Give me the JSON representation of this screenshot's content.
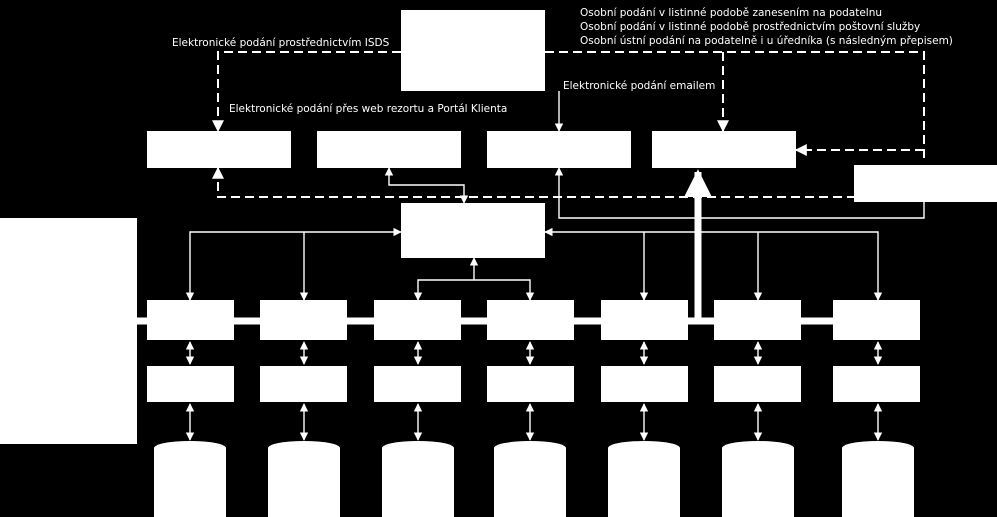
{
  "labels": {
    "isds": "Elektronické podání prostřednictvím ISDS",
    "web_portal": "Elektronické podání přes web rezortu a Portál  Klienta",
    "email": "Elektronické podání emailem",
    "paper_counter": "Osobní podání v listinné podobě zanesením na podatelnu",
    "paper_post": "Osobní podání v listinné podobě prostřednictvím poštovní služby",
    "oral": "Osobní ústní podání na podatelně i u úředníka (s následným přepisem)"
  },
  "colors": {
    "background": "#000000",
    "foreground": "#ffffff"
  }
}
